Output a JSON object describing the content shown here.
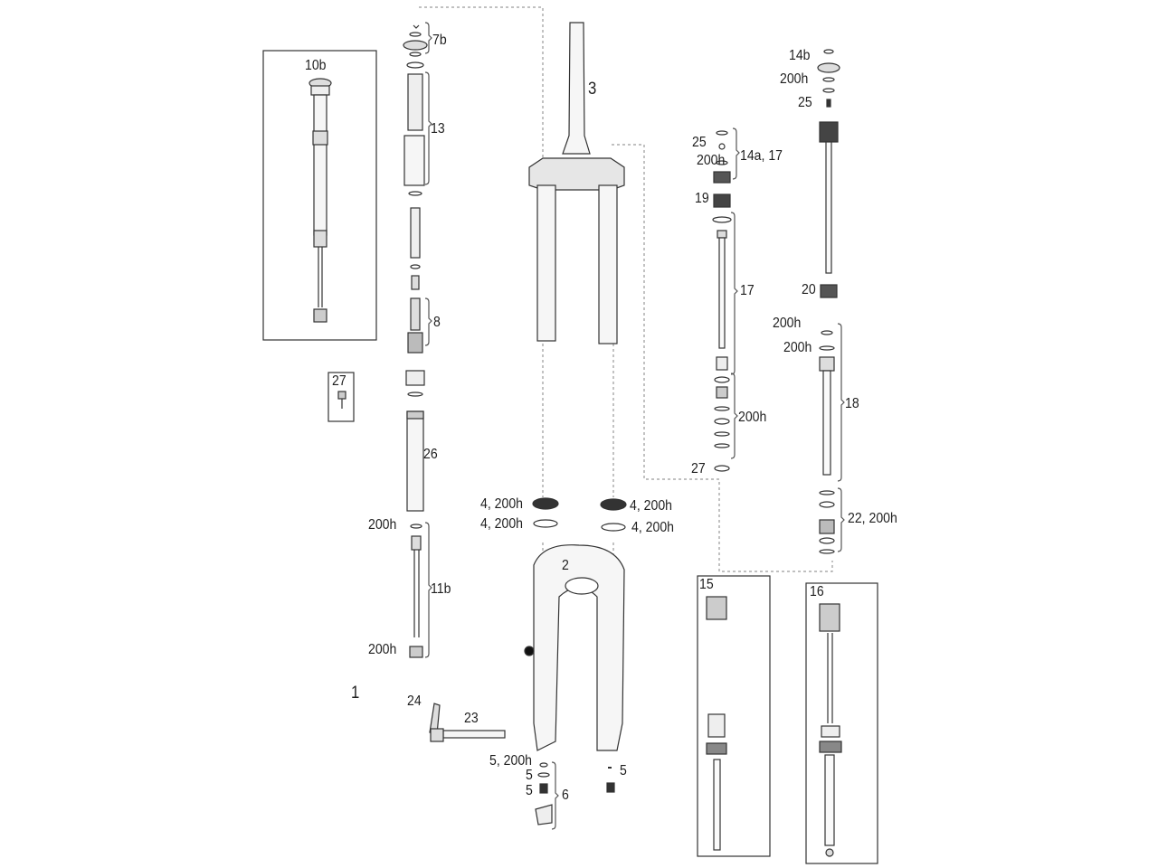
{
  "diagram": {
    "title": "Fork exploded parts diagram",
    "labels": {
      "l7b": "7b",
      "l10b": "10b",
      "l3": "3",
      "l13": "13",
      "l14b": "14b",
      "l200h_a": "200h",
      "l25_a": "25",
      "l25_b": "25",
      "l200h_b": "200h",
      "l14a17": "14a, 17",
      "l19": "19",
      "l17": "17",
      "l20": "20",
      "l200h_c": "200h",
      "l200h_d": "200h",
      "l8": "8",
      "l27_a": "27",
      "l200h_e": "200h",
      "l18": "18",
      "l26": "26",
      "l27_b": "27",
      "l4a": "4, 200h",
      "l4b": "4, 200h",
      "l4c": "4, 200h",
      "l4d": "4, 200h",
      "l22": "22, 200h",
      "l200h_f": "200h",
      "l2": "2",
      "l11b": "11b",
      "l15": "15",
      "l16": "16",
      "l200h_g": "200h",
      "l1": "1",
      "l24": "24",
      "l23": "23",
      "l5200h": "5, 200h",
      "l5a": "5",
      "l5b": "5",
      "l5c": "5",
      "l6": "6"
    },
    "colors": {
      "line": "#333333",
      "dash": "#999999",
      "fill": "#f4f4f4"
    }
  }
}
